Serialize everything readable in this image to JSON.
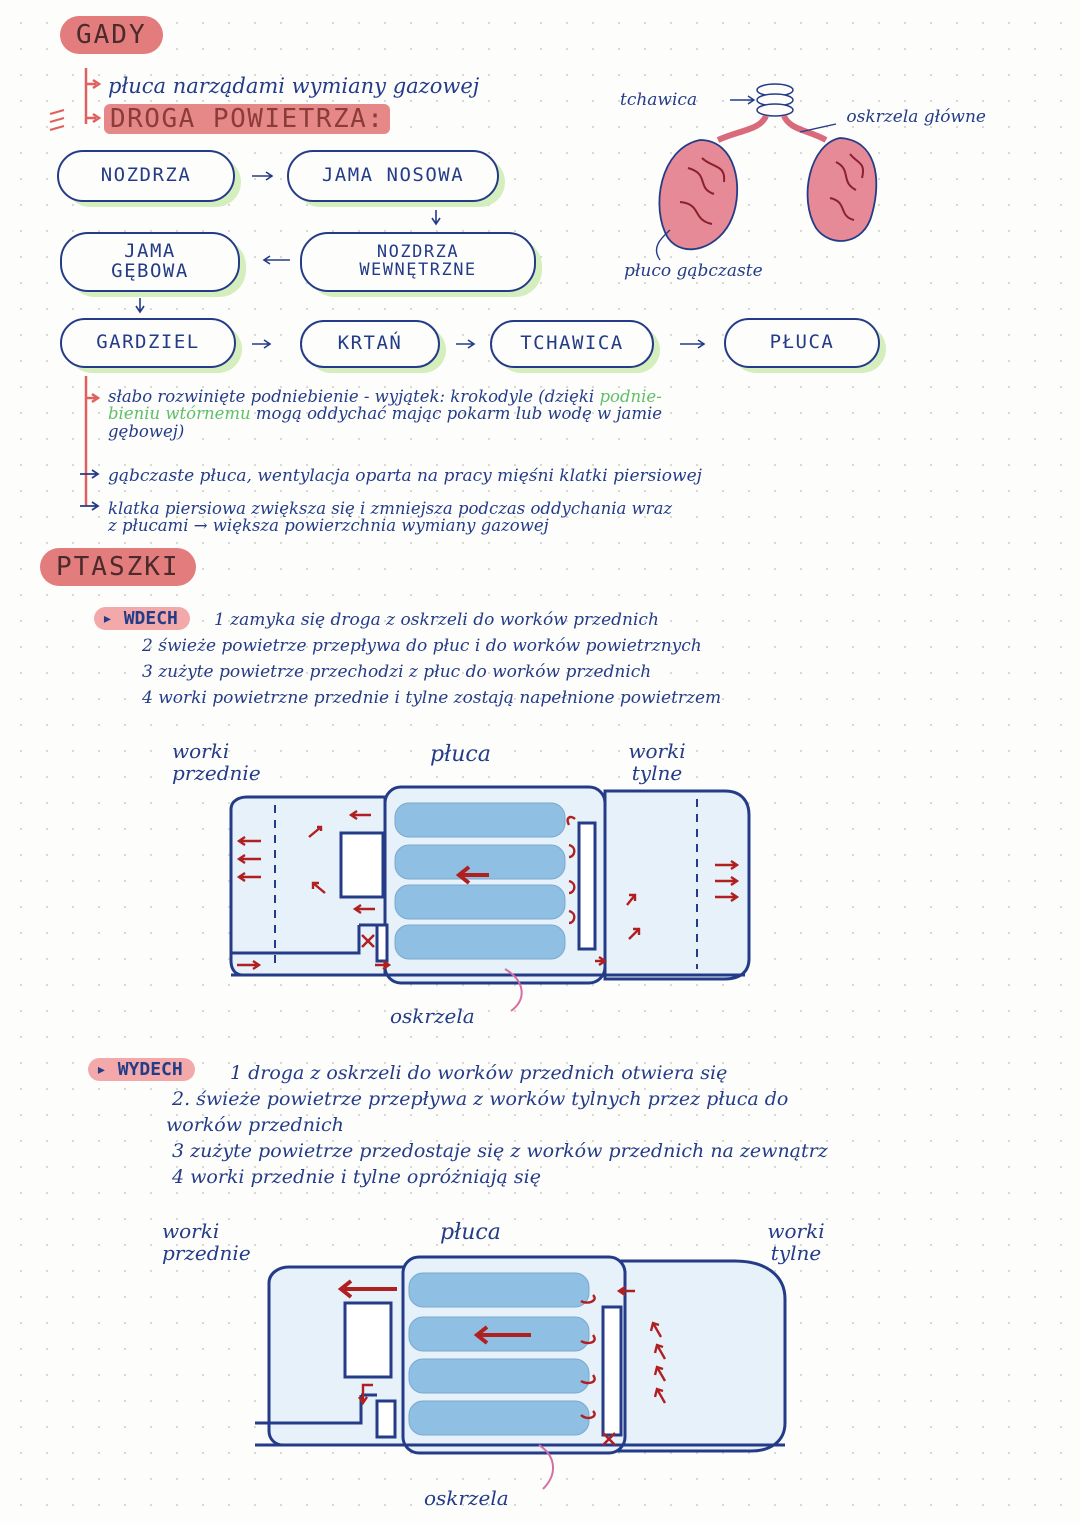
{
  "gady": {
    "title": "GADY",
    "intro": "płuca narządami wymiany gazowej",
    "path_label": "DROGA POWIETRZA:",
    "nodes": [
      "NOZDRZA",
      "JAMA NOSOWA",
      "NOZDRZA WEWNĘTRZNE",
      "JAMA GĘBOWA",
      "GARDZIEL",
      "KRTAŃ",
      "TCHAWICA",
      "PŁUCA"
    ],
    "lung_labels": {
      "trachea": "tchawica",
      "bronchi": "oskrzela główne",
      "lung": "płuco gąbczaste"
    },
    "notes": [
      "słabo rozwinięte podniebienie - wyjątek: krokodyle (dzięki podniebieniu wtórnemu mogą oddychać mając pokarm lub wodę w jamie gębowej)",
      "gąbczaste płuca, wentylacja oparta na pracy mięśni klatki piersiowej",
      "klatka piersiowa zwiększa się i zmniejsza podczas oddychania wraz z płucami → większa powierzchnia wymiany gazowej"
    ],
    "note1_parts": {
      "a": "słabo rozwinięte podniebienie - wyjątek: krokodyle (dzięki ",
      "green1": "podnie-",
      "green2": "bieniu wtórnemu",
      "b": " mogą oddychać mając pokarm lub wodę w jamie",
      "c": "gębowej)"
    },
    "note3_parts": {
      "a": "klatka piersiowa zwiększa się i zmniejsza podczas oddychania wraz",
      "b": "z płucami → większa powierzchnia wymiany gazowej"
    }
  },
  "ptaszki": {
    "title": "PTASZKI",
    "wdech": {
      "label": "WDECH",
      "steps": [
        "1 zamyka się droga z oskrzeli do worków przednich",
        "2 świeże powietrze przepływa do płuc i do worków powietrznych",
        "3 zużyte powietrze przechodzi z płuc do worków przednich",
        "4 worki powietrzne przednie i tylne zostają napełnione powietrzem"
      ],
      "diagram": {
        "front": "worki przednie",
        "lungs": "płuca",
        "back": "worki tylne",
        "bronchi": "oskrzela"
      }
    },
    "wydech": {
      "label": "WYDECH",
      "steps": [
        "1 droga z oskrzeli do worków przednich otwiera się",
        "2. świeże powietrze przepływa z worków tylnych przez płuca do",
        "worków przednich",
        "3 zużyte powietrze przedostaje się z worków przednich na zewnątrz",
        "4 worki przednie i tylne opróżniają się"
      ],
      "diagram": {
        "front": "worki przednie",
        "lungs": "płuca",
        "back": "worki tylne",
        "bronchi": "oskrzela"
      }
    }
  },
  "colors": {
    "ink": "#243c88",
    "pink": "#e37c7c",
    "green": "#5fc06a",
    "lung_blue": "#8fbfe2",
    "sac_blue": "#e7f1fa",
    "arrow_red": "#b02020"
  }
}
